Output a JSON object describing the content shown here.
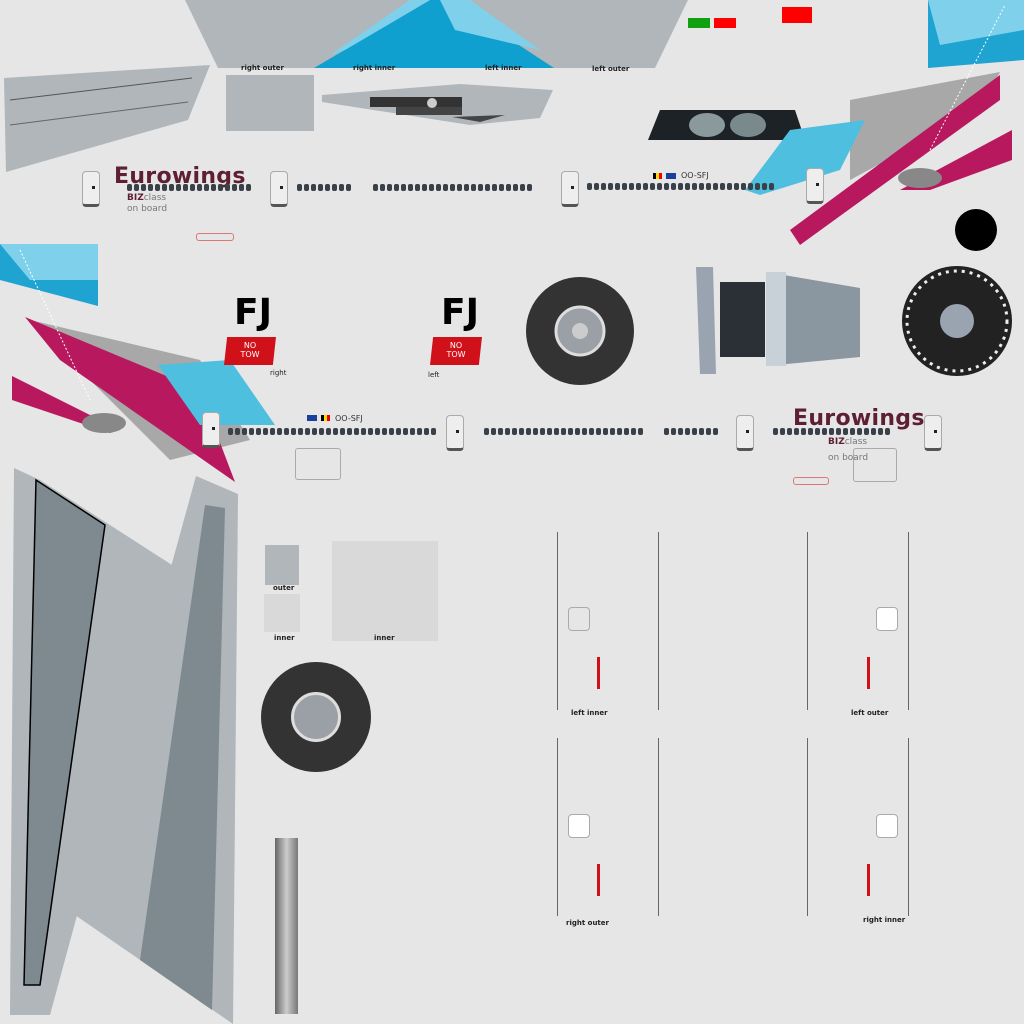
{
  "flap_labels": [
    "right outer",
    "right inner",
    "left inner",
    "left outer"
  ],
  "fuselage_right": {
    "brand": "Eurowings",
    "biz_bold": "BIZ",
    "biz_rest": "class",
    "on_board": "on board",
    "registration": "OO-SFJ"
  },
  "fuselage_left": {
    "brand": "Eurowings",
    "biz_bold": "BIZ",
    "biz_rest": "class",
    "on_board": "on board",
    "registration": "OO-SFJ"
  },
  "tail_codes": [
    {
      "code": "FJ",
      "no_tow": "NO\nTOW",
      "side": "right"
    },
    {
      "code": "FJ",
      "no_tow": "NO\nTOW",
      "side": "left"
    }
  ],
  "tiles": [
    "outer",
    "inner",
    "inner"
  ],
  "gear_doors": [
    "left inner",
    "left outer",
    "right outer",
    "right inner"
  ],
  "colors": {
    "brand": "#5e1f33",
    "magenta": "#b8185e",
    "sky": "#4fbfe0",
    "panel": "#b0b6ba",
    "red": "#d0111a"
  }
}
